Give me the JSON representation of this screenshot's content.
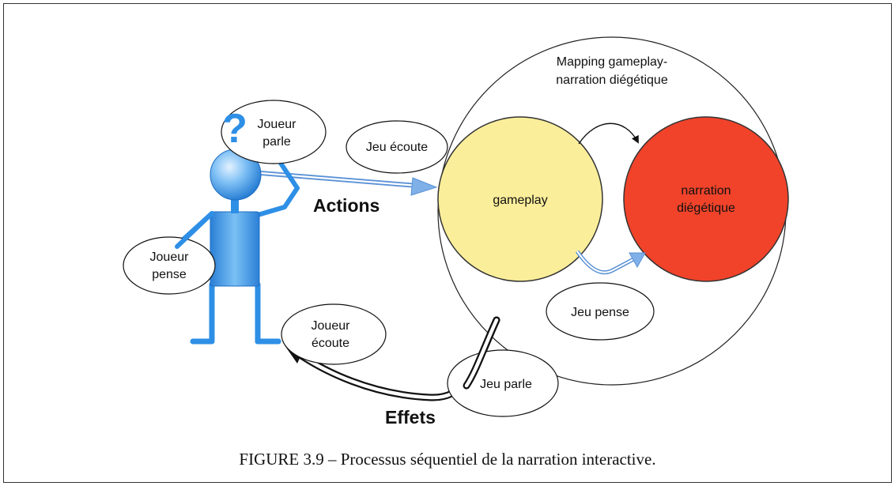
{
  "diagram": {
    "mapping_title_line1": "Mapping gameplay-",
    "mapping_title_line2": "narration diégétique",
    "gameplay_label": "gameplay",
    "narration_line1": "narration",
    "narration_line2": "diégétique",
    "actions_label": "Actions",
    "effets_label": "Effets",
    "question_mark": "?",
    "bubbles": {
      "joueur_parle": [
        "Joueur",
        "parle"
      ],
      "jeu_ecoute": "Jeu écoute",
      "joueur_pense": [
        "Joueur",
        "pense"
      ],
      "joueur_ecoute": [
        "Joueur",
        "écoute"
      ],
      "jeu_pense": "Jeu pense",
      "jeu_parle": "Jeu parle"
    },
    "colors": {
      "figure_blue": "#2e8fe6",
      "gameplay_yellow": "#fbee9a",
      "narration_red": "#f0432a",
      "arrow_blue": "#8bb6e6"
    }
  },
  "caption": {
    "prefix": "FIGURE 3.9",
    "text": " – Processus séquentiel de la narration interactive."
  }
}
